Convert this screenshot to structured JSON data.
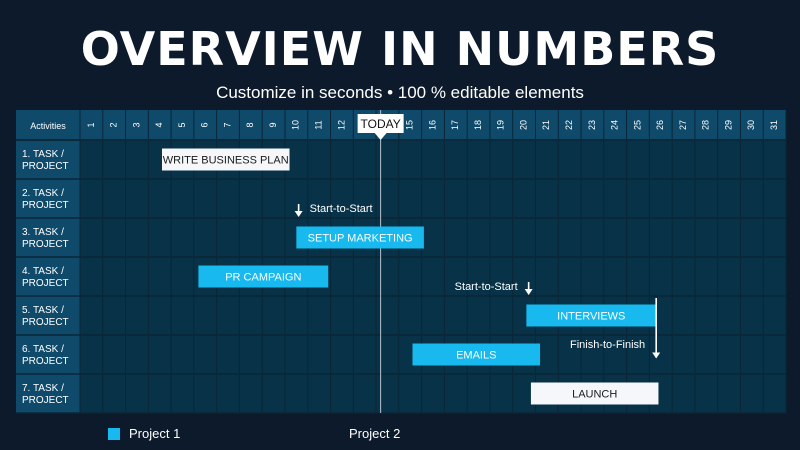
{
  "header": {
    "title": "OVERVIEW IN NUMBERS",
    "subtitle": "Customize in seconds • 100 % editable elements"
  },
  "colors": {
    "background": "#0c1a2b",
    "header_row": "#0f4a6b",
    "label_column": "#0f4a6b",
    "grid": "#073248",
    "grid_line": "#0a2637",
    "project1": "#17b9ee",
    "project2": "#f5f7fa"
  },
  "chart_data": {
    "type": "gantt",
    "header_label": "Activities",
    "days": [
      1,
      2,
      3,
      4,
      5,
      6,
      7,
      8,
      9,
      10,
      11,
      12,
      13,
      14,
      15,
      16,
      17,
      18,
      19,
      20,
      21,
      22,
      23,
      24,
      25,
      26,
      27,
      28,
      29,
      30,
      31
    ],
    "today": {
      "label": "TODAY",
      "day": 14.2
    },
    "rows": [
      "1. TASK / PROJECT",
      "2. TASK / PROJECT",
      "3. TASK / PROJECT",
      "4. TASK / PROJECT",
      "5. TASK / PROJECT",
      "6. TASK / PROJECT",
      "7. TASK / PROJECT"
    ],
    "tasks": [
      {
        "row": 0,
        "label": "WRITE BUSINESS PLAN",
        "start": 4.6,
        "end": 10.2,
        "project": 2
      },
      {
        "row": 2,
        "label": "SETUP MARKETING",
        "start": 10.5,
        "end": 16.1,
        "project": 1
      },
      {
        "row": 3,
        "label": "PR CAMPAIGN",
        "start": 6.2,
        "end": 11.9,
        "project": 1
      },
      {
        "row": 4,
        "label": "INTERVIEWS",
        "start": 20.6,
        "end": 26.3,
        "project": 1
      },
      {
        "row": 5,
        "label": "EMAILS",
        "start": 15.6,
        "end": 21.2,
        "project": 1
      },
      {
        "row": 6,
        "label": "LAUNCH",
        "start": 20.8,
        "end": 26.4,
        "project": 2
      }
    ],
    "dependencies": [
      {
        "label": "Start-to-Start",
        "day": 10.6,
        "row": 2,
        "direction": "down",
        "label_side": "right"
      },
      {
        "label": "Start-to-Start",
        "day": 20.7,
        "row": 4,
        "direction": "down",
        "label_side": "left"
      },
      {
        "label": "Finish-to-Finish",
        "day": 26.3,
        "row": 5,
        "direction": "down",
        "label_side": "left",
        "long": true
      }
    ],
    "legend": [
      {
        "label": "Project 1",
        "project": 1
      },
      {
        "label": "Project 2",
        "project": 2
      }
    ]
  }
}
